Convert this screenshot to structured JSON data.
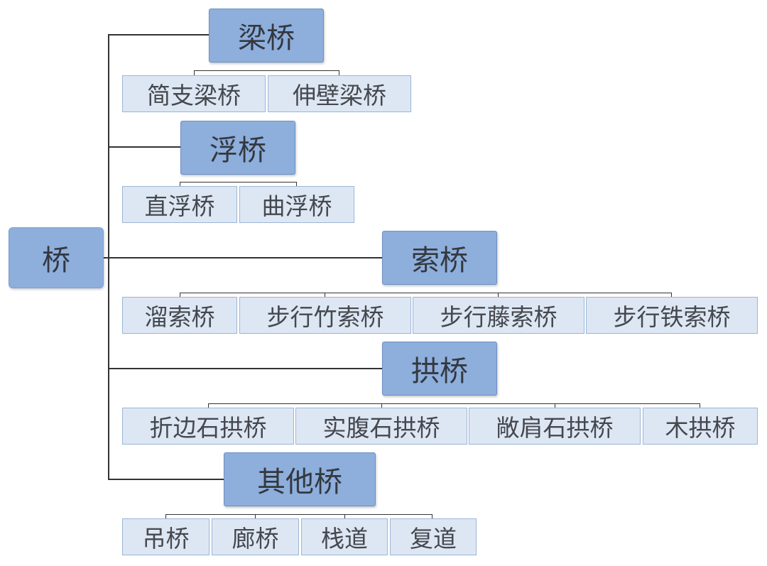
{
  "root": {
    "label": "桥"
  },
  "categories": [
    {
      "label": "梁桥",
      "children": [
        "简支梁桥",
        "伸壁梁桥"
      ]
    },
    {
      "label": "浮桥",
      "children": [
        "直浮桥",
        "曲浮桥"
      ]
    },
    {
      "label": "索桥",
      "children": [
        "溜索桥",
        "步行竹索桥",
        "步行藤索桥",
        "步行铁索桥"
      ]
    },
    {
      "label": "拱桥",
      "children": [
        "折边石拱桥",
        "实腹石拱桥",
        "敞肩石拱桥",
        "木拱桥"
      ]
    },
    {
      "label": "其他桥",
      "children": [
        "吊桥",
        "廊桥",
        "栈道",
        "复道"
      ]
    }
  ],
  "colors": {
    "category_fill": "#8eaedb",
    "leaf_fill": "#dde7f4",
    "connector": "#333333"
  }
}
